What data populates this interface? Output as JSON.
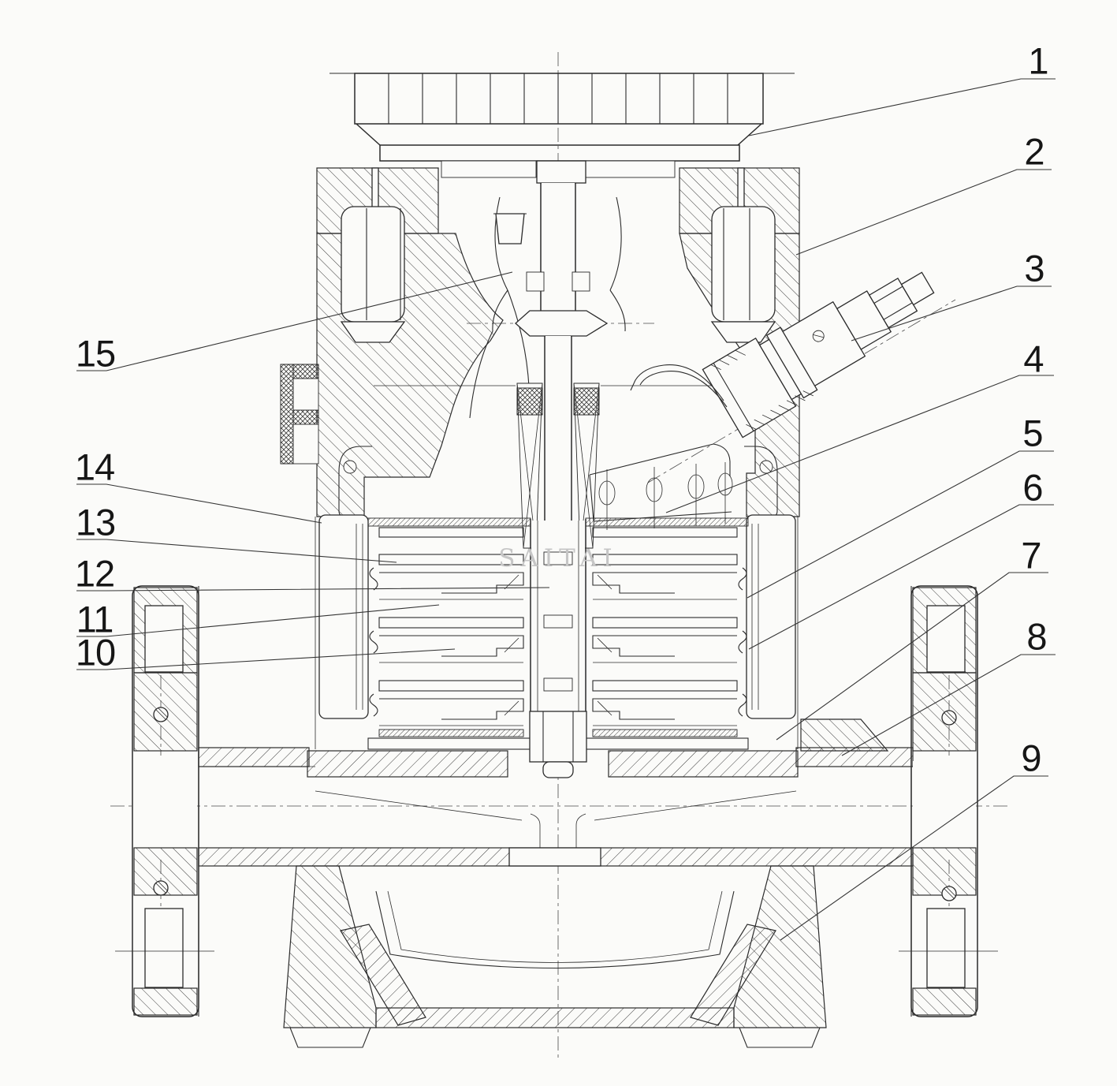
{
  "colors": {
    "ink": "#2b2b2b",
    "background": "#fbfbf9",
    "watermark": "#c6c6c6"
  },
  "watermark": {
    "text": "SAITAI"
  },
  "callouts": [
    {
      "n": "1"
    },
    {
      "n": "2"
    },
    {
      "n": "3"
    },
    {
      "n": "4"
    },
    {
      "n": "5"
    },
    {
      "n": "6"
    },
    {
      "n": "7"
    },
    {
      "n": "8"
    },
    {
      "n": "9"
    },
    {
      "n": "10"
    },
    {
      "n": "11"
    },
    {
      "n": "12"
    },
    {
      "n": "13"
    },
    {
      "n": "14"
    },
    {
      "n": "15"
    }
  ]
}
